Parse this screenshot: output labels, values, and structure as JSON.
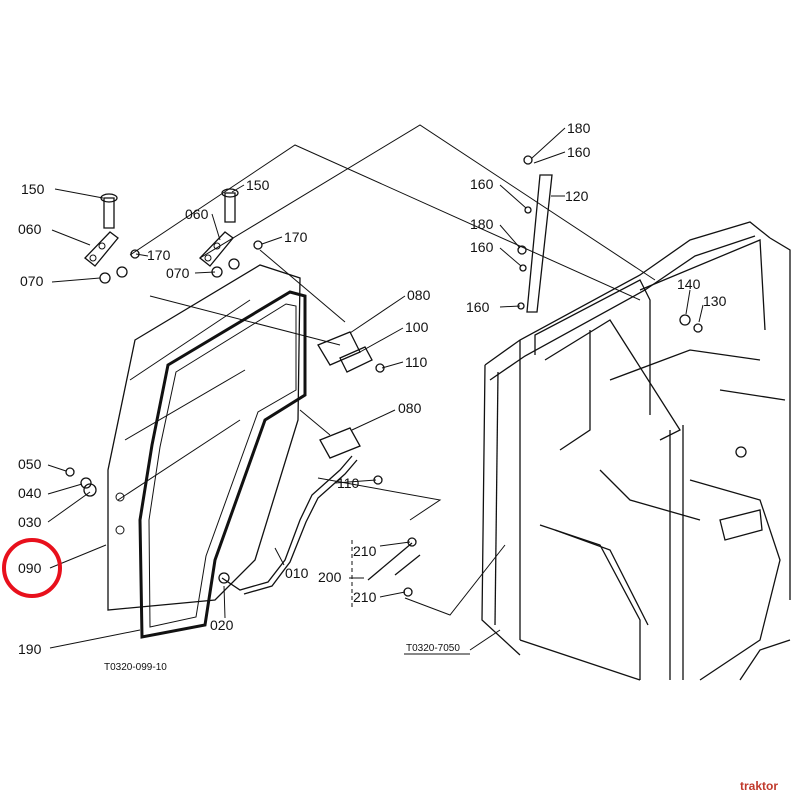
{
  "parts": {
    "p010": "010",
    "p020": "020",
    "p030": "030",
    "p040": "040",
    "p050": "050",
    "p060": "060",
    "p070": "070",
    "p080": "080",
    "p090": "090",
    "p100": "100",
    "p110": "110",
    "p120": "120",
    "p130": "130",
    "p140": "140",
    "p150": "150",
    "p160": "160",
    "p170": "170",
    "p180": "180",
    "p190": "190",
    "p200": "200",
    "p210": "210"
  },
  "figure_codes": {
    "door": "T0320-099-10",
    "cab": "T0320-7050"
  },
  "watermark": "traktor",
  "colors": {
    "ink": "#111111",
    "highlight": "#e8101c",
    "watermark": "#c0392b"
  }
}
